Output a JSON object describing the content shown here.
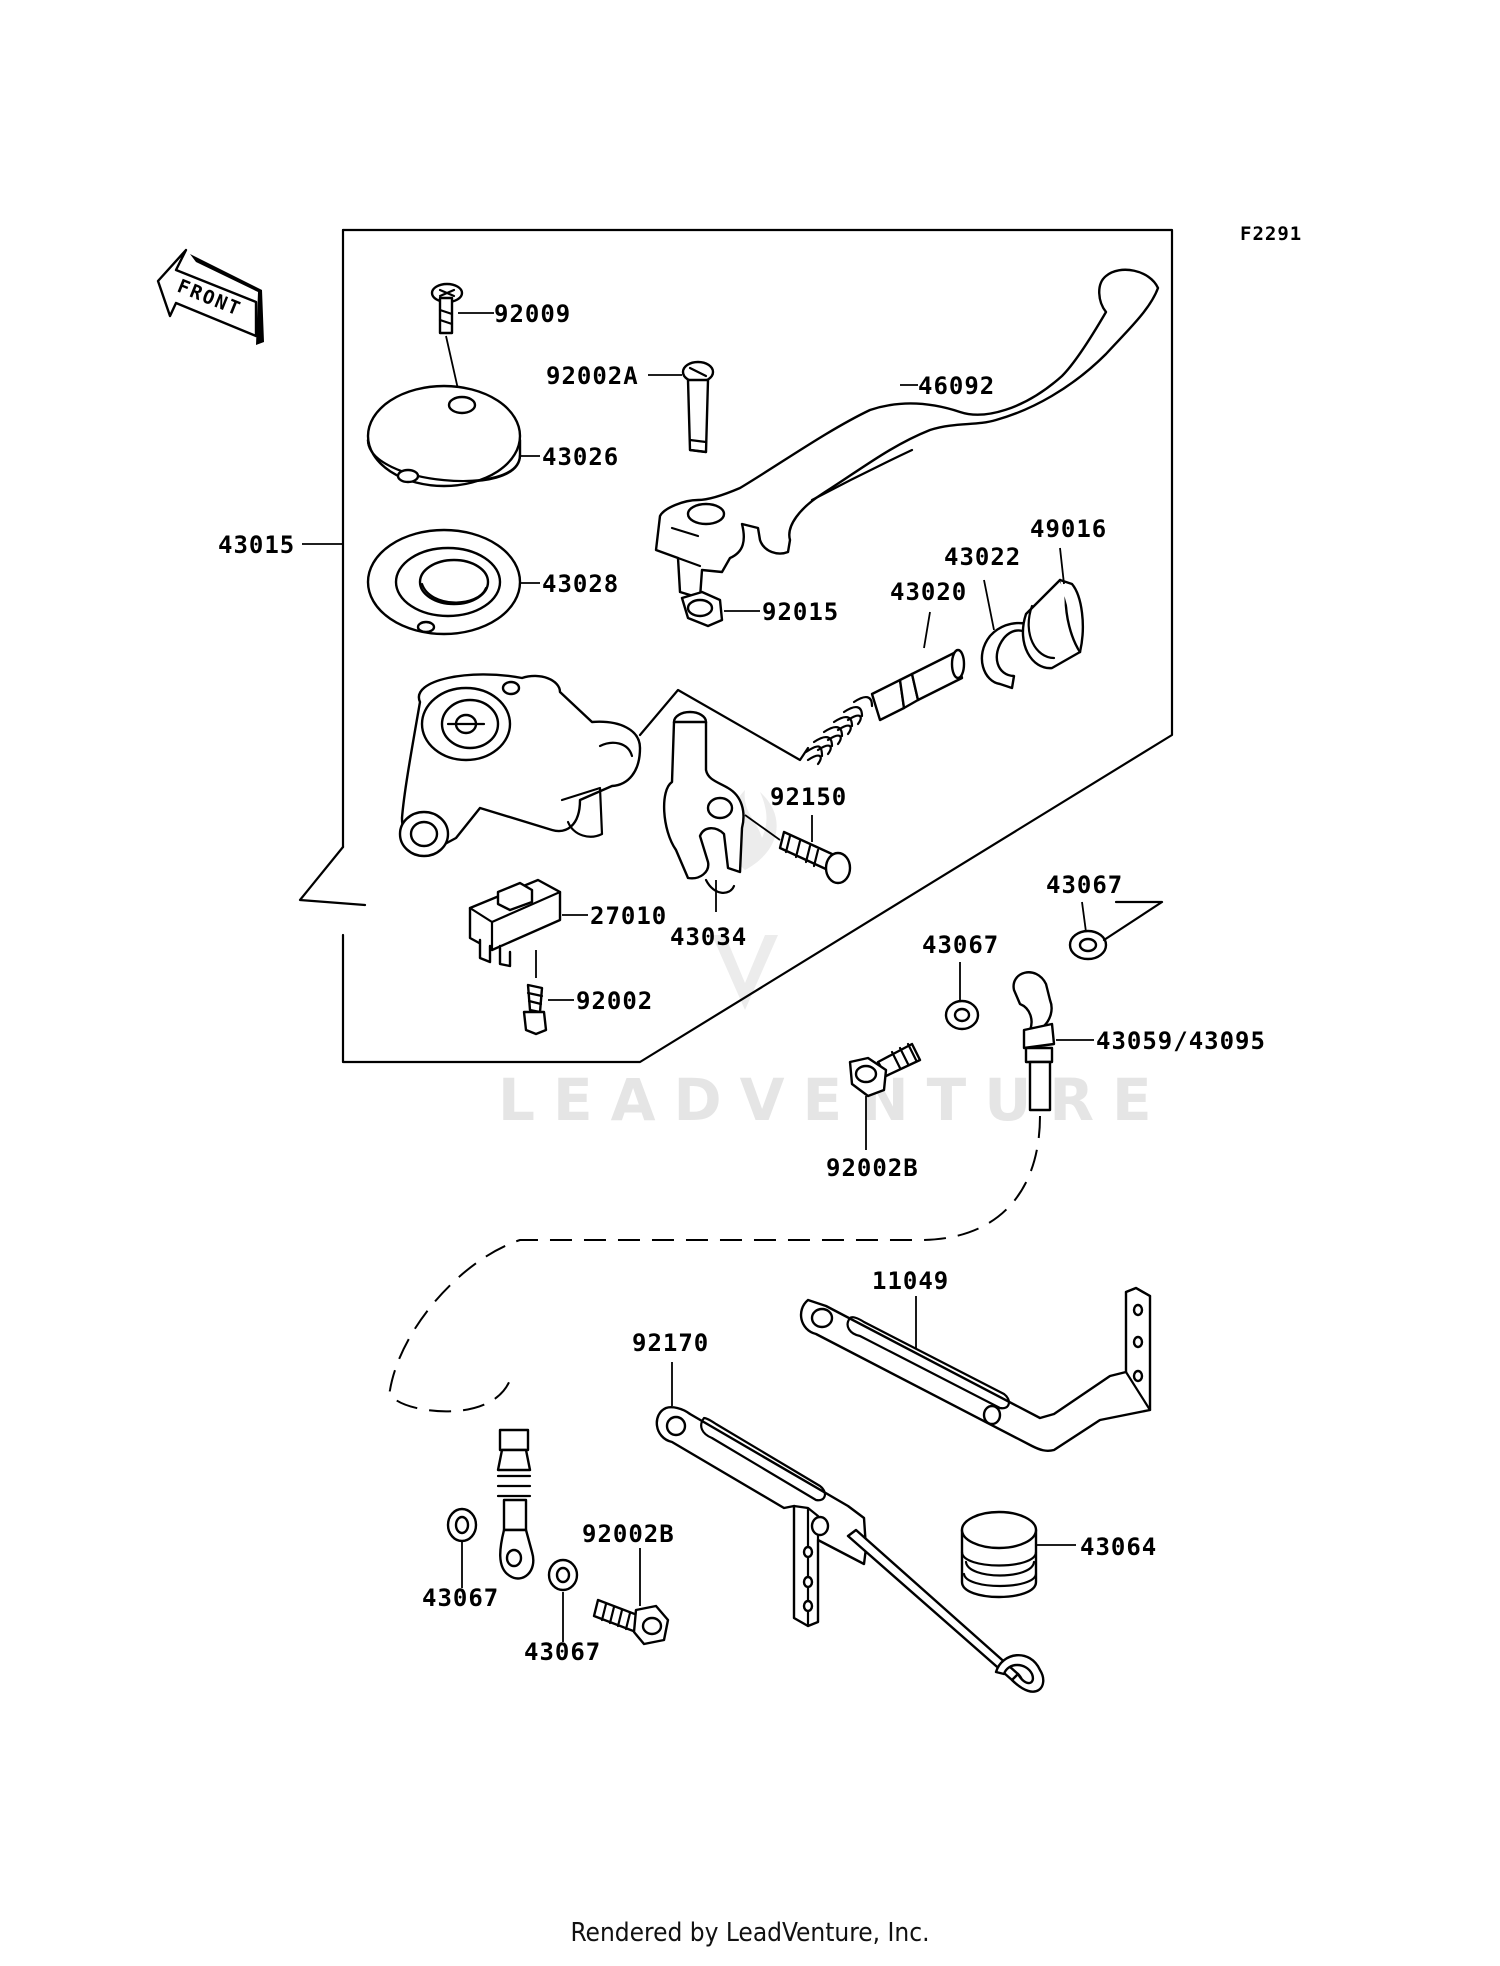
{
  "figure_id": "F2291",
  "front_arrow": {
    "label": "FRONT",
    "icon": "front-direction-arrow-icon"
  },
  "watermark": "LEADVENTURE",
  "footer": "Rendered by LeadVenture, Inc.",
  "parts": {
    "p43015": "43015",
    "p92009": "92009",
    "p43026": "43026",
    "p43028": "43028",
    "p92002A": "92002A",
    "p46092": "46092",
    "p92015": "92015",
    "p43020": "43020",
    "p43022": "43022",
    "p49016": "49016",
    "p92150": "92150",
    "p27010": "27010",
    "p43034": "43034",
    "p92002": "92002",
    "p43067a": "43067",
    "p43067b": "43067",
    "p43059": "43059/43095",
    "p92002B_a": "92002B",
    "p11049": "11049",
    "p92170": "92170",
    "p43064": "43064",
    "p43067c": "43067",
    "p43067d": "43067",
    "p92002B_b": "92002B"
  }
}
